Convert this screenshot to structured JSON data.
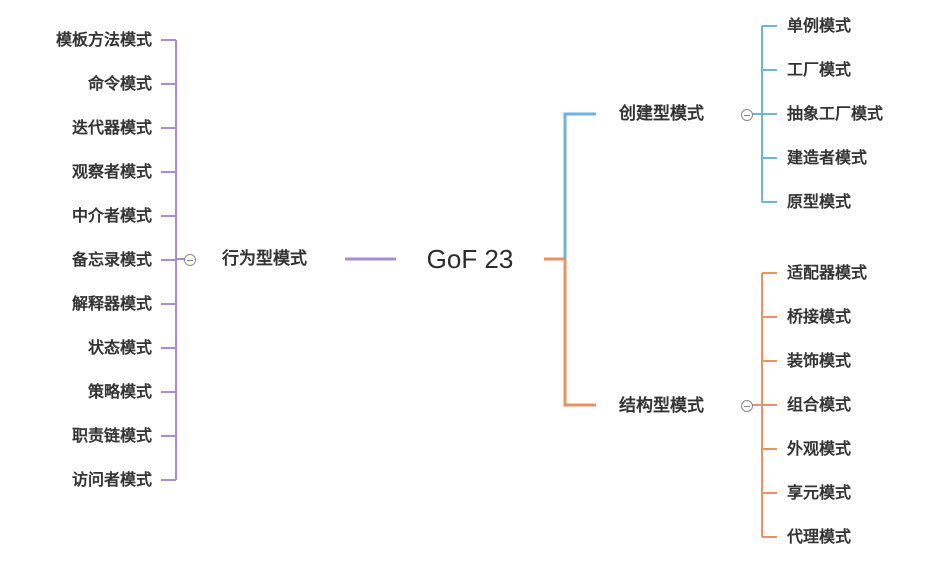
{
  "root": {
    "label": "GoF 23"
  },
  "colors": {
    "behavioral": "#a98bd6",
    "creational": "#6fb3dc",
    "structural": "#eb9262"
  },
  "branches": {
    "behavioral": {
      "label": "行为型模式",
      "items": [
        "模板方法模式",
        "命令模式",
        "迭代器模式",
        "观察者模式",
        "中介者模式",
        "备忘录模式",
        "解释器模式",
        "状态模式",
        "策略模式",
        "职责链模式",
        "访问者模式"
      ]
    },
    "creational": {
      "label": "创建型模式",
      "items": [
        "单例模式",
        "工厂模式",
        "抽象工厂模式",
        "建造者模式",
        "原型模式"
      ]
    },
    "structural": {
      "label": "结构型模式",
      "items": [
        "适配器模式",
        "桥接模式",
        "装饰模式",
        "组合模式",
        "外观模式",
        "享元模式",
        "代理模式"
      ]
    }
  }
}
